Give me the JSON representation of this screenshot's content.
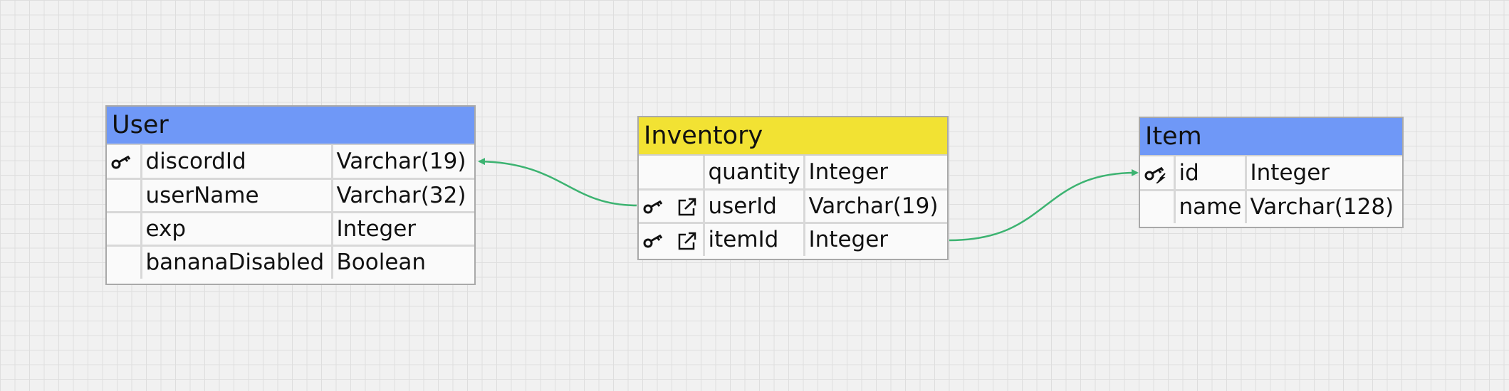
{
  "colors": {
    "header_blue": "#6f98f7",
    "header_yellow": "#f2e233",
    "connector": "#3cb371",
    "grid": "#dedede",
    "background": "#f1f1f1"
  },
  "entities": {
    "user": {
      "title": "User",
      "rows": [
        {
          "name": "discordId",
          "type": "Varchar(19)",
          "icons": [
            "key-icon"
          ]
        },
        {
          "name": "userName",
          "type": "Varchar(32)",
          "icons": []
        },
        {
          "name": "exp",
          "type": "Integer",
          "icons": []
        },
        {
          "name": "bananaDisabled",
          "type": "Boolean",
          "icons": []
        }
      ]
    },
    "inventory": {
      "title": "Inventory",
      "rows": [
        {
          "name": "quantity",
          "type": "Integer",
          "icons": []
        },
        {
          "name": "userId",
          "type": "Varchar(19)",
          "icons": [
            "key-icon",
            "foreign-key-icon"
          ]
        },
        {
          "name": "itemId",
          "type": "Integer",
          "icons": [
            "key-icon",
            "foreign-key-icon"
          ]
        }
      ]
    },
    "item": {
      "title": "Item",
      "rows": [
        {
          "name": "id",
          "type": "Integer",
          "icons": [
            "auto-increment-key-icon"
          ]
        },
        {
          "name": "name",
          "type": "Varchar(128)",
          "icons": []
        }
      ]
    }
  },
  "relations": [
    {
      "from": "Inventory.userId",
      "to": "User.discordId"
    },
    {
      "from": "Inventory.itemId",
      "to": "Item.id"
    }
  ]
}
